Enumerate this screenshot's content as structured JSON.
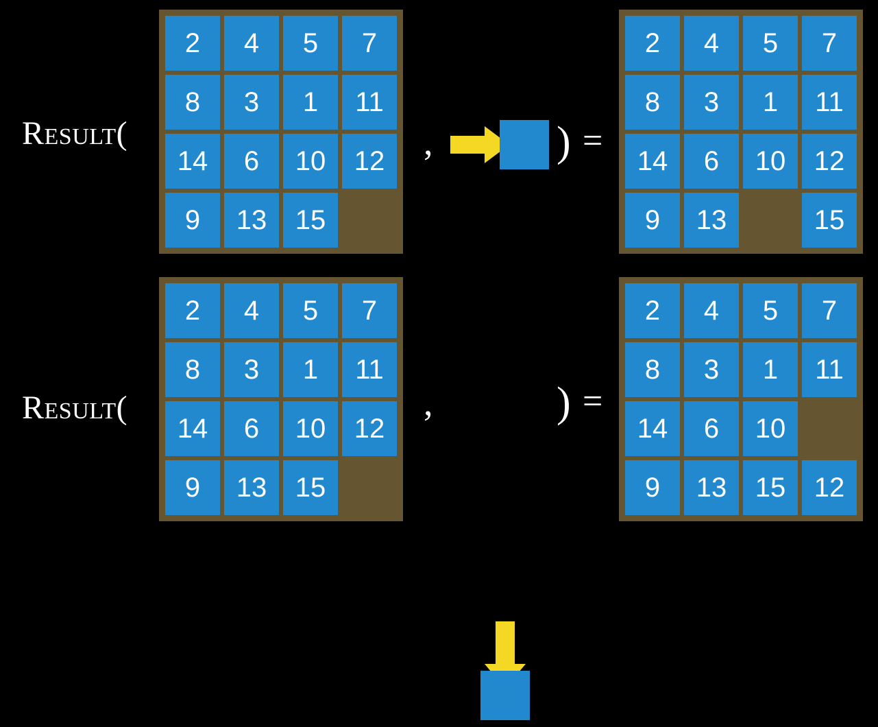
{
  "colors": {
    "background": "#000000",
    "board": "#655530",
    "tile": "#2389ce",
    "tile_text": "#ffffff",
    "arrow": "#f5d823",
    "text": "#ffffff"
  },
  "rows": [
    {
      "label": "Result(",
      "separator": ",",
      "close_paren": ")",
      "equals": "=",
      "input_board": {
        "rows": 4,
        "cols": 4,
        "cells": [
          [
            "2",
            "4",
            "5",
            "7"
          ],
          [
            "8",
            "3",
            "1",
            "11"
          ],
          [
            "14",
            "6",
            "10",
            "12"
          ],
          [
            "9",
            "13",
            "15",
            ""
          ]
        ]
      },
      "action": {
        "icon": "arrow-right-icon",
        "direction": "right",
        "tile_label": ""
      },
      "output_board": {
        "rows": 4,
        "cols": 4,
        "cells": [
          [
            "2",
            "4",
            "5",
            "7"
          ],
          [
            "8",
            "3",
            "1",
            "11"
          ],
          [
            "14",
            "6",
            "10",
            "12"
          ],
          [
            "9",
            "13",
            "",
            "15"
          ]
        ]
      }
    },
    {
      "label": "Result(",
      "separator": ",",
      "close_paren": ")",
      "equals": "=",
      "input_board": {
        "rows": 4,
        "cols": 4,
        "cells": [
          [
            "2",
            "4",
            "5",
            "7"
          ],
          [
            "8",
            "3",
            "1",
            "11"
          ],
          [
            "14",
            "6",
            "10",
            "12"
          ],
          [
            "9",
            "13",
            "15",
            ""
          ]
        ]
      },
      "action": {
        "icon": "arrow-down-icon",
        "direction": "down",
        "tile_label": ""
      },
      "output_board": {
        "rows": 4,
        "cols": 4,
        "cells": [
          [
            "2",
            "4",
            "5",
            "7"
          ],
          [
            "8",
            "3",
            "1",
            "11"
          ],
          [
            "14",
            "6",
            "10",
            ""
          ],
          [
            "9",
            "13",
            "15",
            "12"
          ]
        ]
      }
    }
  ]
}
